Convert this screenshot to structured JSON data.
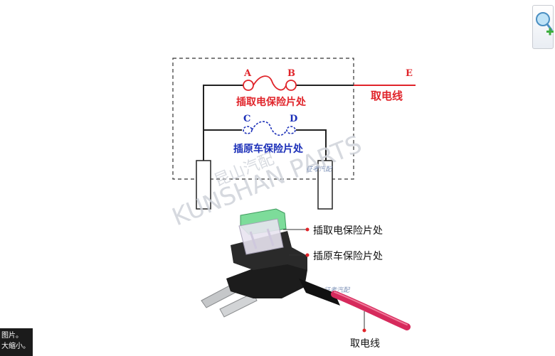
{
  "diagram": {
    "terminals": {
      "a": "A",
      "b": "B",
      "c": "C",
      "d": "D",
      "e": "E"
    },
    "labels": {
      "tap_fuse": "插取电保险片处",
      "original_fuse": "插原车保险片处",
      "tap_wire": "取电线"
    },
    "photo_callouts": {
      "tap_fuse": "插取电保险片处",
      "original_fuse": "插原车保险片处",
      "tap_wire": "取电线"
    },
    "watermark": "KUNSHAN PARTS",
    "watermark_cn": "昆山汽配",
    "stamp": "征考汽配"
  },
  "ui": {
    "zoom_icon": "magnifier-plus-icon",
    "tooltip_lines": [
      "图片。",
      "大缩小。"
    ]
  },
  "colors": {
    "red": "#e0242a",
    "blue": "#1b2fb8",
    "wire": "#d62a5c",
    "fuse": "#7ddc9a"
  }
}
